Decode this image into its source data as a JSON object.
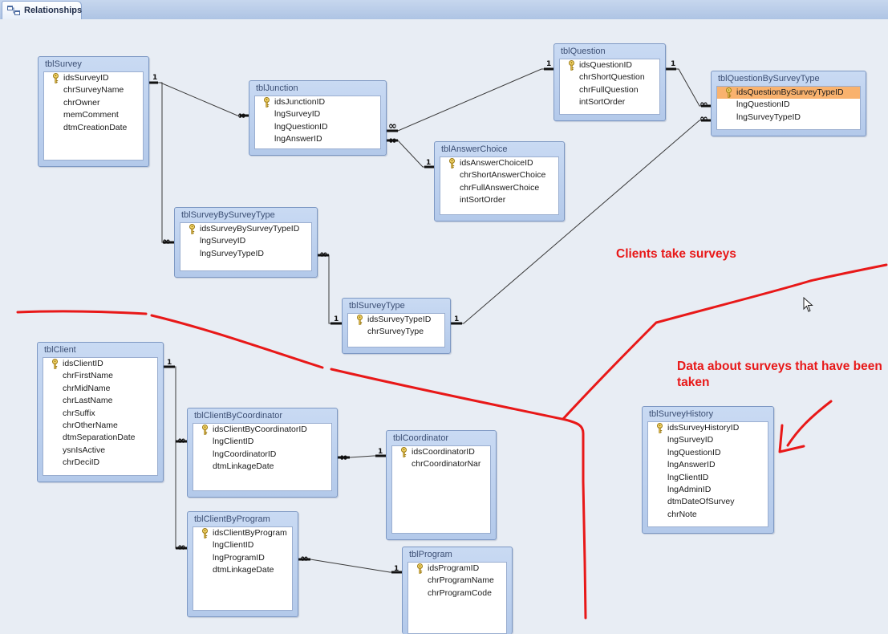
{
  "tab": {
    "label": "Relationships",
    "icon": "relationships-icon"
  },
  "tables": [
    {
      "id": "tblSurvey",
      "title": "tblSurvey",
      "fields": [
        "idsSurveyID",
        "chrSurveyName",
        "chrOwner",
        "memComment",
        "dtmCreationDate"
      ],
      "pk": [
        0
      ],
      "selected": []
    },
    {
      "id": "tblJunction",
      "title": "tblJunction",
      "fields": [
        "idsJunctionID",
        "lngSurveyID",
        "lngQuestionID",
        "lngAnswerID"
      ],
      "pk": [
        0
      ],
      "selected": []
    },
    {
      "id": "tblQuestion",
      "title": "tblQuestion",
      "fields": [
        "idsQuestionID",
        "chrShortQuestion",
        "chrFullQuestion",
        "intSortOrder"
      ],
      "pk": [
        0
      ],
      "selected": []
    },
    {
      "id": "tblQuestionBySurveyType",
      "title": "tblQuestionBySurveyType",
      "fields": [
        "idsQuestionBySurveyTypeID",
        "lngQuestionID",
        "lngSurveyTypeID"
      ],
      "pk": [
        0
      ],
      "selected": [
        0
      ]
    },
    {
      "id": "tblAnswerChoice",
      "title": "tblAnswerChoice",
      "fields": [
        "idsAnswerChoiceID",
        "chrShortAnswerChoice",
        "chrFullAnswerChoice",
        "intSortOrder"
      ],
      "pk": [
        0
      ],
      "selected": []
    },
    {
      "id": "tblSurveyBySurveyType",
      "title": "tblSurveyBySurveyType",
      "fields": [
        "idsSurveyBySurveyTypeID",
        "lngSurveyID",
        "lngSurveyTypeID"
      ],
      "pk": [
        0
      ],
      "selected": []
    },
    {
      "id": "tblSurveyType",
      "title": "tblSurveyType",
      "fields": [
        "idsSurveyTypeID",
        "chrSurveyType"
      ],
      "pk": [
        0
      ],
      "selected": []
    },
    {
      "id": "tblClient",
      "title": "tblClient",
      "fields": [
        "idsClientID",
        "chrFirstName",
        "chrMidName",
        "chrLastName",
        "chrSuffix",
        "chrOtherName",
        "dtmSeparationDate",
        "ysnIsActive",
        "chrDeciID"
      ],
      "pk": [
        0
      ],
      "selected": []
    },
    {
      "id": "tblClientByCoordinator",
      "title": "tblClientByCoordinator",
      "fields": [
        "idsClientByCoordinatorID",
        "lngClientID",
        "lngCoordinatorID",
        "dtmLinkageDate"
      ],
      "pk": [
        0
      ],
      "selected": []
    },
    {
      "id": "tblCoordinator",
      "title": "tblCoordinator",
      "fields": [
        "idsCoordinatorID",
        "chrCoordinatorNar"
      ],
      "pk": [
        0
      ],
      "selected": []
    },
    {
      "id": "tblClientByProgram",
      "title": "tblClientByProgram",
      "fields": [
        "idsClientByProgram",
        "lngClientID",
        "lngProgramID",
        "dtmLinkageDate"
      ],
      "pk": [
        0
      ],
      "selected": []
    },
    {
      "id": "tblProgram",
      "title": "tblProgram",
      "fields": [
        "idsProgramID",
        "chrProgramName",
        "chrProgramCode"
      ],
      "pk": [
        0
      ],
      "selected": []
    },
    {
      "id": "tblSurveyHistory",
      "title": "tblSurveyHistory",
      "fields": [
        "idsSurveyHistoryID",
        "lngSurveyID",
        "lngQuestionID",
        "lngAnswerID",
        "lngClientID",
        "lngAdminID",
        "dtmDateOfSurvey",
        "chrNote"
      ],
      "pk": [
        0
      ],
      "selected": []
    }
  ],
  "relationship_labels": {
    "one": "1",
    "many": "∞"
  },
  "annotations": [
    {
      "id": "clients-take-surveys",
      "text": "Clients take surveys"
    },
    {
      "id": "data-about-surveys",
      "text": "Data about surveys that have been taken"
    }
  ],
  "colors": {
    "annotation": "#e81818",
    "selected_field": "#f9b26e",
    "table_header": "#c9daf3"
  },
  "cursor": "mouse-pointer-icon"
}
